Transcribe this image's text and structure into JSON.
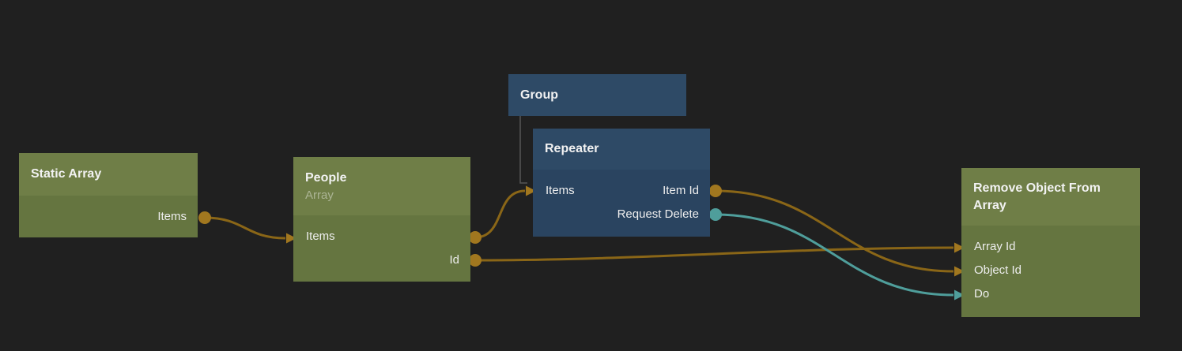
{
  "canvas": {
    "background": "#202020"
  },
  "colors": {
    "data_wire": "#8a6617",
    "data_port": "#a1771f",
    "signal_wire": "#4f9e9b",
    "signal_port": "#4f9e9b",
    "hierarchy_line": "#555555",
    "green_header": "#6f7e47",
    "green_body": "#657540",
    "blue_header": "#2e4a66",
    "blue_body": "#2a4460"
  },
  "nodes": {
    "static_array": {
      "title": "Static Array",
      "ports": {
        "items": "Items"
      }
    },
    "people": {
      "title": "People",
      "subtitle": "Array",
      "ports": {
        "items": "Items",
        "id": "Id"
      }
    },
    "group": {
      "title": "Group"
    },
    "repeater": {
      "title": "Repeater",
      "ports": {
        "items": "Items",
        "item_id": "Item Id",
        "request_delete": "Request Delete"
      }
    },
    "remove_object_from_array": {
      "title": "Remove Object From Array",
      "ports": {
        "array_id": "Array Id",
        "object_id": "Object Id",
        "do": "Do"
      }
    }
  },
  "connections": [
    {
      "from": "static_array.items",
      "to": "people.items",
      "type": "data"
    },
    {
      "from": "people.items",
      "to": "repeater.items",
      "type": "data"
    },
    {
      "from": "people.id",
      "to": "remove_object_from_array.array_id",
      "type": "data"
    },
    {
      "from": "repeater.item_id",
      "to": "remove_object_from_array.object_id",
      "type": "data"
    },
    {
      "from": "repeater.request_delete",
      "to": "remove_object_from_array.do",
      "type": "signal"
    }
  ],
  "hierarchy": [
    {
      "parent": "group",
      "child": "repeater"
    }
  ]
}
